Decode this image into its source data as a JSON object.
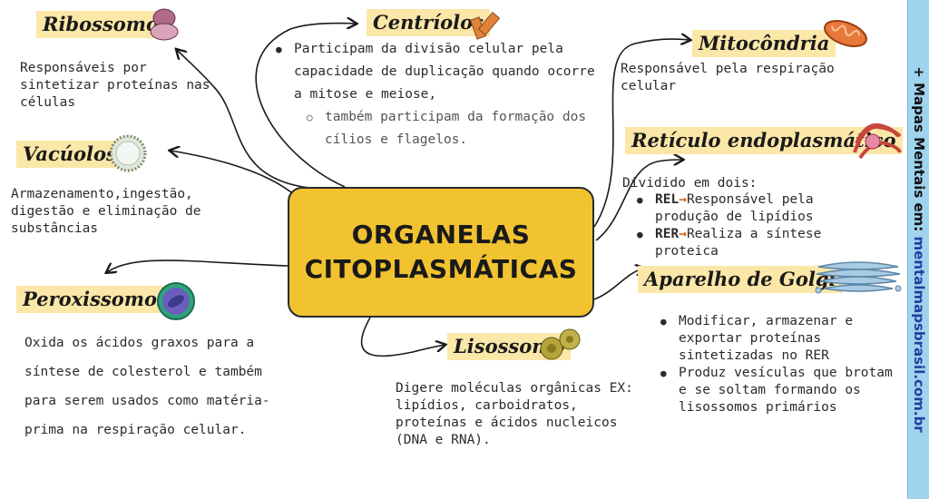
{
  "center": {
    "line1": "ORGANELAS",
    "line2": "CITOPLASMÁTICAS"
  },
  "ribossomo": {
    "title": "Ribossomo",
    "text": "Responsáveis por sintetizar proteínas nas células"
  },
  "vacuolos": {
    "title": "Vacúolos",
    "text": "Armazenamento,ingestão, digestão e eliminação de substâncias"
  },
  "peroxissomos": {
    "title": "Peroxissomos",
    "text": "Oxida os ácidos graxos para a síntese de colesterol e também para serem usados como matéria-prima na respiração celular."
  },
  "centriolos": {
    "title": "Centríolos",
    "bullet1": "Participam da divisão celular pela capacidade de duplicação quando ocorre a mitose e meiose,",
    "bullet2": "também participam da formação dos cílios e flagelos."
  },
  "lisossomo": {
    "title": "Lisossomo",
    "text": "Digere moléculas orgânicas EX: lipídios, carboidratos, proteínas e ácidos nucleicos (DNA e RNA)."
  },
  "mitocondria": {
    "title": "Mitocôndria",
    "text": "Responsável pela respiração celular"
  },
  "reticulo": {
    "title": "Retículo endoplasmático",
    "intro": "Dividido em dois:",
    "rel_label": "REL",
    "rel_text": "Responsável pela produção de lipídios",
    "rer_label": "RER",
    "rer_text": "Realiza a síntese proteica",
    "arrow": "→"
  },
  "golgi": {
    "title": "Aparelho de Golgi",
    "bullet1": "Modificar, armazenar e exportar proteínas sintetizadas no RER",
    "bullet2": "Produz vesículas que brotam e se soltam formando os lisossomos primários"
  },
  "sidebar": {
    "prefix": "+ Mapas Mentais em: ",
    "url": "mentalmapsbrasil.com.br"
  },
  "colors": {
    "title_highlight": "#fbe7a8",
    "center_fill": "#f2c330",
    "sidebar": "#9fd3ee",
    "url": "#1f3fa0"
  },
  "icons": [
    "ribosome-icon",
    "vacuole-icon",
    "peroxisome-icon",
    "centriole-icon",
    "lysosome-icon",
    "mitochondria-icon",
    "endoplasmic-reticulum-icon",
    "golgi-icon"
  ]
}
